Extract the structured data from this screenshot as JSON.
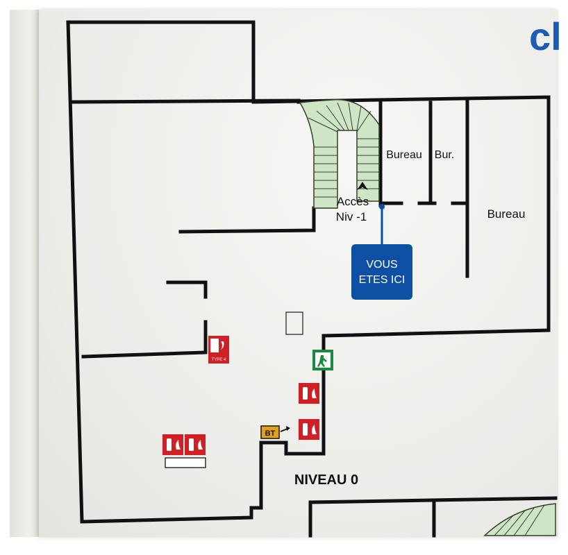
{
  "logo": {
    "text": "cl",
    "color": "#1d5bb5"
  },
  "rooms": [
    {
      "id": "bureau-1",
      "label": "Bureau"
    },
    {
      "id": "bureau-2",
      "label": "Bur."
    },
    {
      "id": "bureau-3",
      "label": "Bureau"
    }
  ],
  "stairs": {
    "label_line1": "Accès",
    "label_line2": "Niv -1"
  },
  "you_are_here": {
    "line1": "VOUS",
    "line2": "ETES ICI",
    "color": "#0d4fa3"
  },
  "signs": {
    "fire_alarm_caption": "TYPE 4",
    "emergency_exit_color": "#1a8a3c",
    "extinguisher_color": "#d11f26",
    "bt_label": "BT",
    "bt_color": "#e0a21a"
  },
  "floor_label": "NIVEAU 0",
  "colors": {
    "walls": "#111111",
    "stairs": "#cfe5c6"
  }
}
